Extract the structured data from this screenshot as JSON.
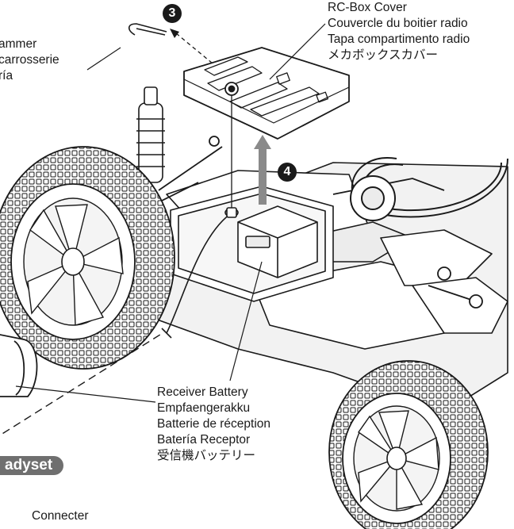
{
  "labels": {
    "rc_box_cover": [
      "RC-Box Cover",
      "Couvercle du boitier radio",
      "Tapa compartimento radio",
      "メカボックスカバー"
    ],
    "body_clip": [
      "ammer",
      "carrosserie",
      "ría"
    ],
    "receiver_battery": [
      "Receiver Battery",
      "Empfaengerakku",
      "Batterie de réception",
      "Batería Receptor",
      "受信機バッテリー"
    ],
    "connector": "Connecter"
  },
  "steps": {
    "clip_removal": "3",
    "cover_lift": "4"
  },
  "tag": "adyset",
  "colors": {
    "ink": "#1a1a1a",
    "tag_fill": "#6f6f6f",
    "arrow_fill": "#8a8a8a"
  }
}
